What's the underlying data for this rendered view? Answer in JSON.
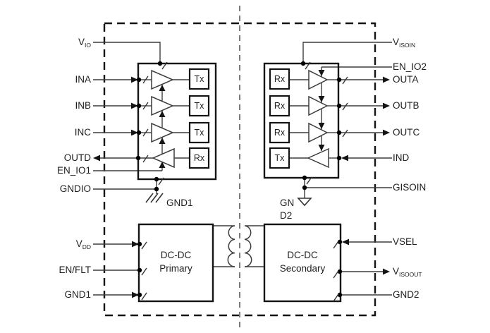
{
  "pins": {
    "left": [
      {
        "text": "V",
        "sub": "IO"
      },
      {
        "text": "INA"
      },
      {
        "text": "INB"
      },
      {
        "text": "INC"
      },
      {
        "text": "OUTD"
      },
      {
        "text": "EN_IO1"
      },
      {
        "text": "GNDIO"
      },
      {
        "text": "V",
        "sub": "DD"
      },
      {
        "text": "EN/FLT"
      },
      {
        "text": "GND1"
      }
    ],
    "right": [
      {
        "text": "V",
        "sub": "ISOIN"
      },
      {
        "text": "EN_IO2"
      },
      {
        "text": "OUTA"
      },
      {
        "text": "OUTB"
      },
      {
        "text": "OUTC"
      },
      {
        "text": "IND"
      },
      {
        "text": "GISOIN"
      },
      {
        "text": "VSEL"
      },
      {
        "text": "V",
        "sub": "ISOOUT"
      },
      {
        "text": "GND2"
      }
    ]
  },
  "channels": {
    "left_cells": [
      "Tx",
      "Tx",
      "Tx",
      "Rx"
    ],
    "right_cells": [
      "Rx",
      "Rx",
      "Rx",
      "Tx"
    ]
  },
  "dcdc": {
    "primary_line1": "DC-DC",
    "primary_line2": "Primary",
    "secondary_line1": "DC-DC",
    "secondary_line2": "Secondary"
  },
  "grounds": {
    "gnd1": "GND1",
    "gnd2_line1": "GN",
    "gnd2_line2": "D2"
  },
  "colors": {
    "wire": "#3d3d3d",
    "box": "#141414",
    "divider": "#7a7a7a",
    "background": "#ffffff"
  }
}
